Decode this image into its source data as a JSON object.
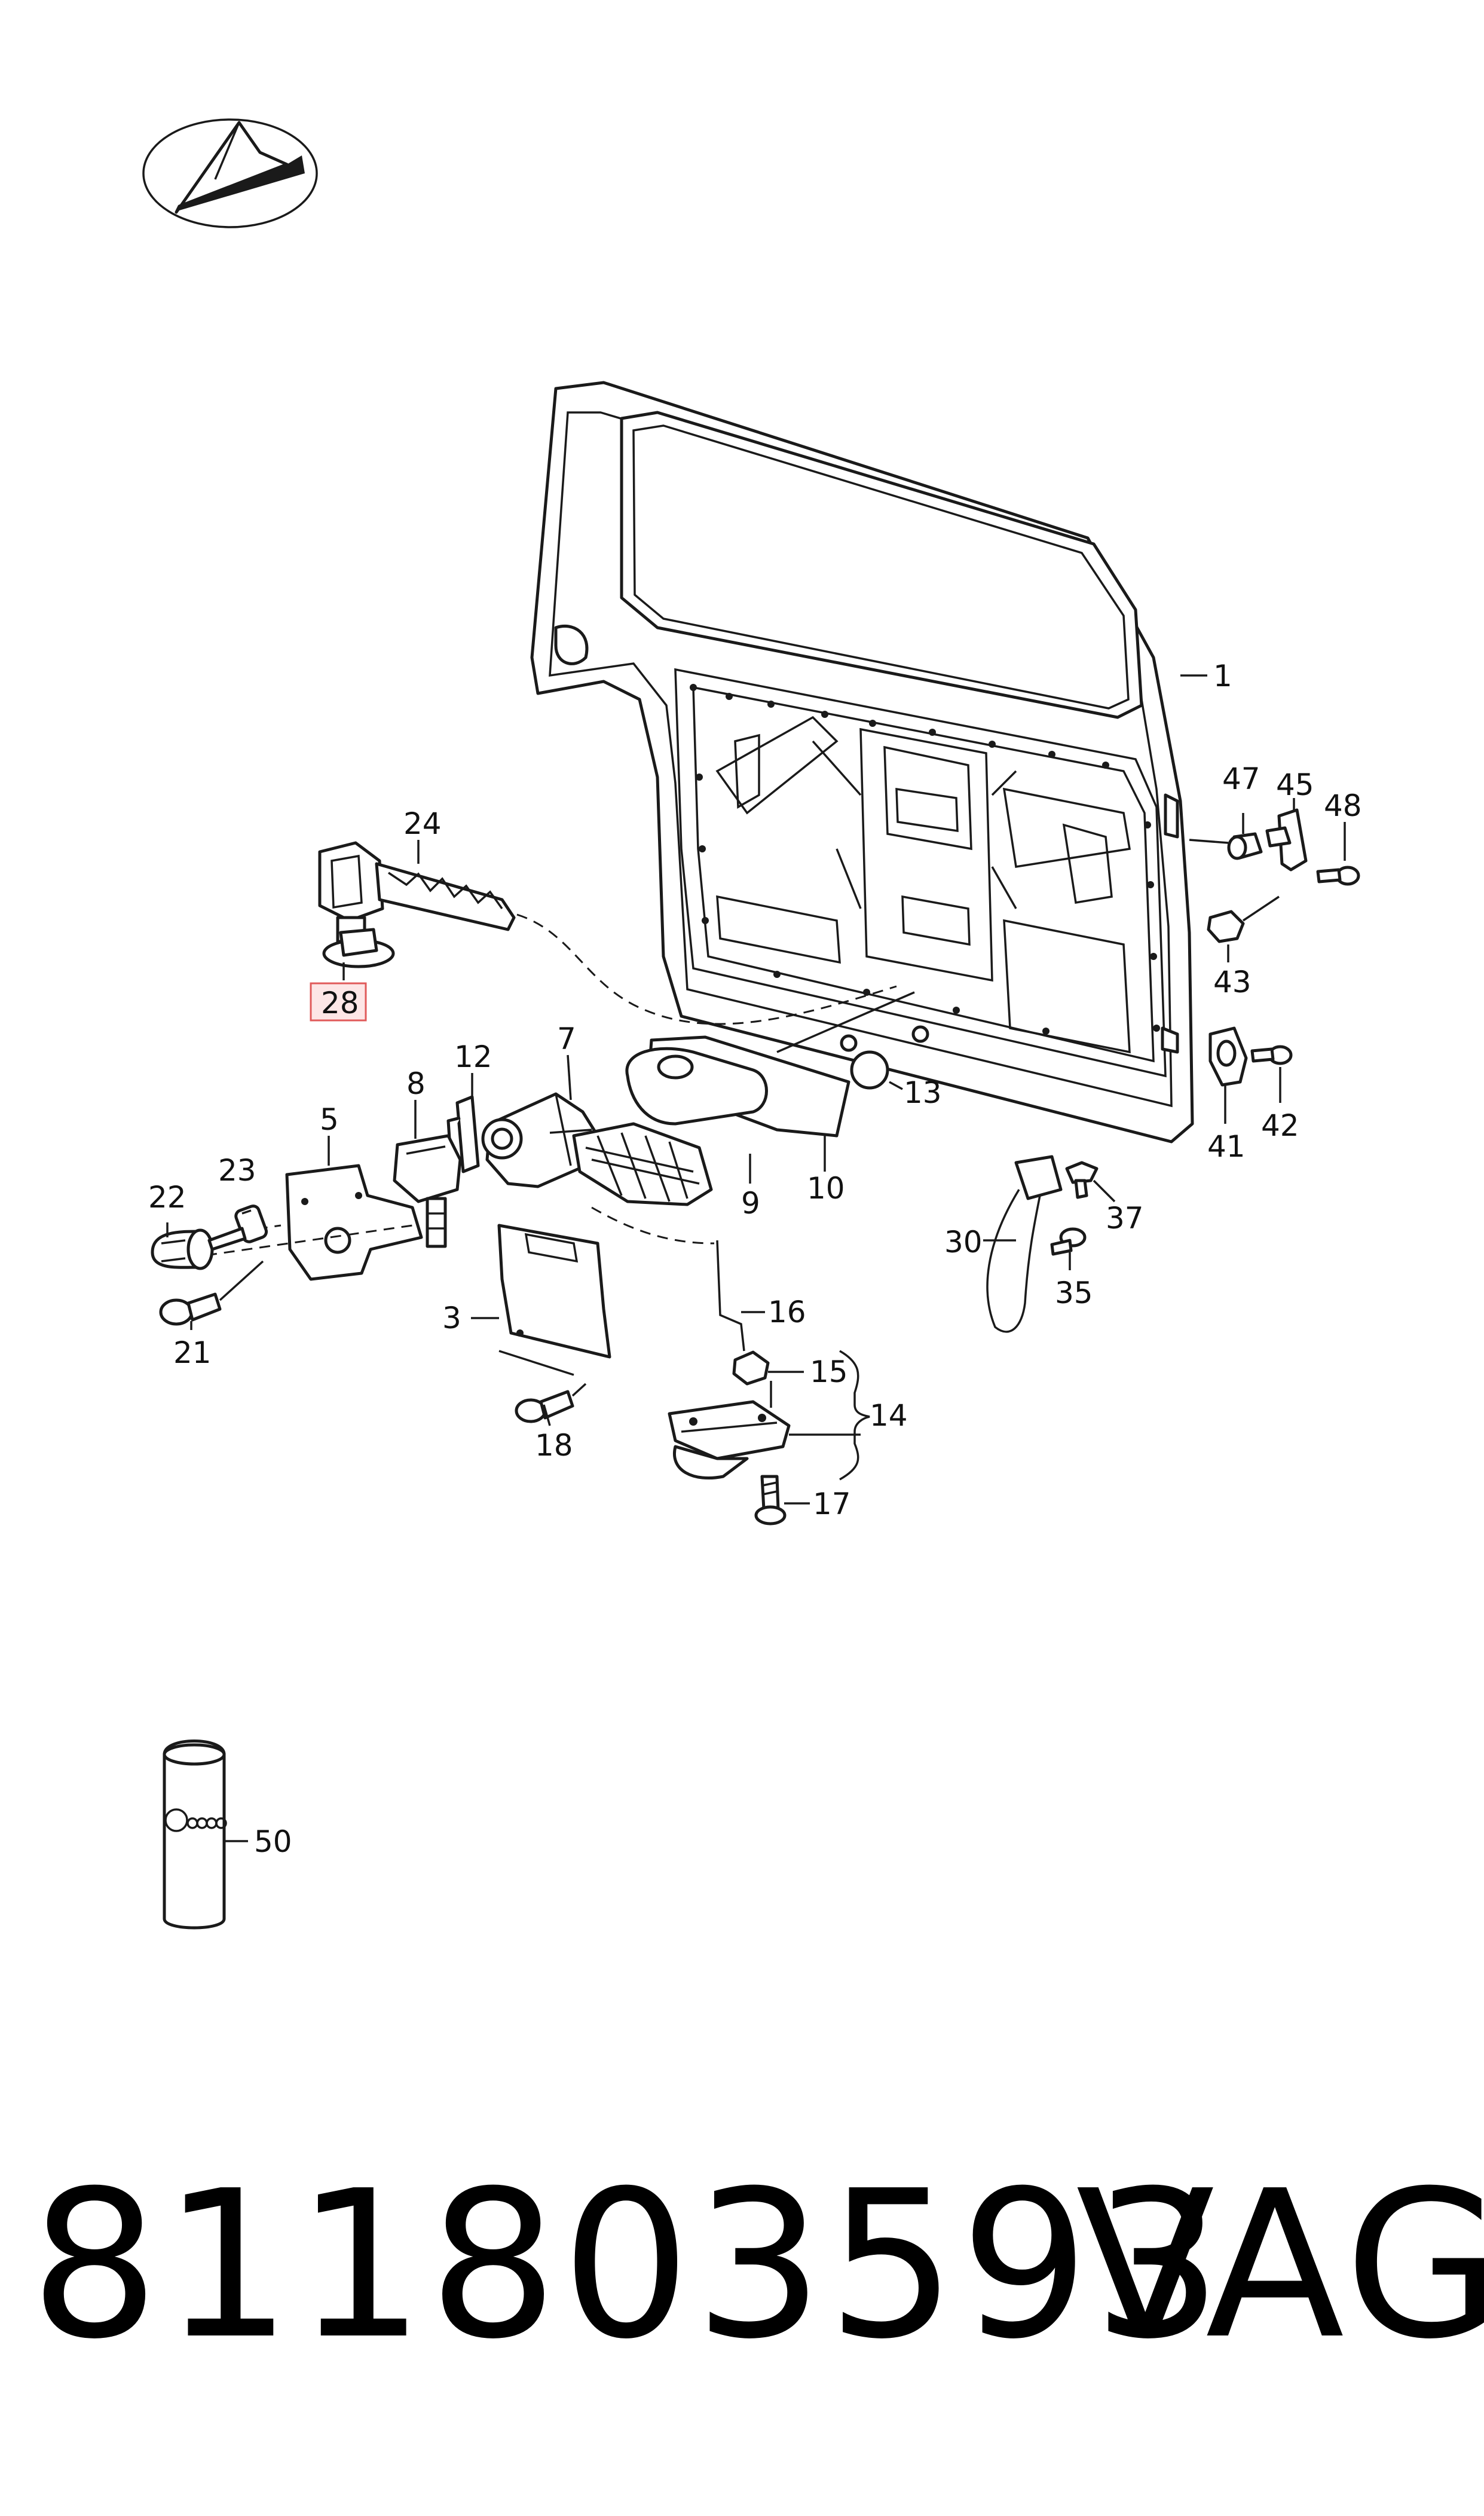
{
  "catalog": {
    "part_number": "811803593",
    "brand": "VAG"
  },
  "logo": {
    "icon": "catalog-logo-icon"
  },
  "callouts": [
    {
      "id": "1",
      "label": "1"
    },
    {
      "id": "3",
      "label": "3"
    },
    {
      "id": "5",
      "label": "5"
    },
    {
      "id": "7",
      "label": "7"
    },
    {
      "id": "8",
      "label": "8"
    },
    {
      "id": "9",
      "label": "9"
    },
    {
      "id": "10",
      "label": "10"
    },
    {
      "id": "12",
      "label": "12"
    },
    {
      "id": "13",
      "label": "13"
    },
    {
      "id": "14",
      "label": "14"
    },
    {
      "id": "15",
      "label": "15"
    },
    {
      "id": "16",
      "label": "16"
    },
    {
      "id": "17",
      "label": "17"
    },
    {
      "id": "18",
      "label": "18"
    },
    {
      "id": "21",
      "label": "21"
    },
    {
      "id": "22",
      "label": "22"
    },
    {
      "id": "23",
      "label": "23"
    },
    {
      "id": "24",
      "label": "24"
    },
    {
      "id": "28",
      "label": "28",
      "highlighted": true
    },
    {
      "id": "30",
      "label": "30"
    },
    {
      "id": "35",
      "label": "35"
    },
    {
      "id": "37",
      "label": "37"
    },
    {
      "id": "41",
      "label": "41"
    },
    {
      "id": "42",
      "label": "42"
    },
    {
      "id": "43",
      "label": "43"
    },
    {
      "id": "45",
      "label": "45"
    },
    {
      "id": "47",
      "label": "47"
    },
    {
      "id": "48",
      "label": "48"
    },
    {
      "id": "50",
      "label": "50"
    }
  ],
  "colors": {
    "line": "#1a1a1a",
    "highlight_fill": "#fde6e6",
    "highlight_stroke": "#e05a5a",
    "highlight_text": "#d23c3c"
  }
}
